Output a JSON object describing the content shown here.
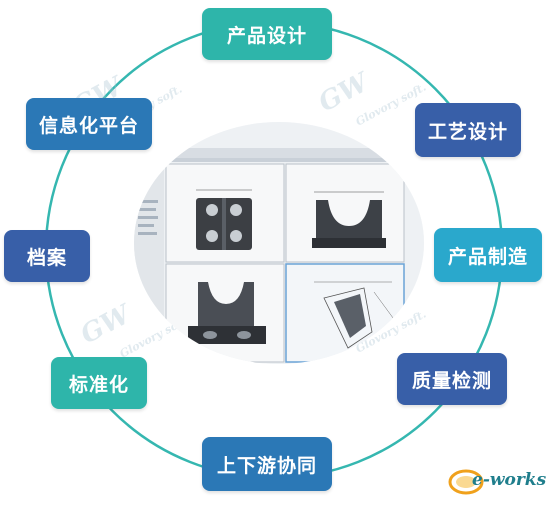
{
  "nodes": [
    {
      "id": "product-design",
      "label": "产品设计",
      "color": "#2eb5aa"
    },
    {
      "id": "process-design",
      "label": "工艺设计",
      "color": "#385fa8"
    },
    {
      "id": "product-manufacture",
      "label": "产品制造",
      "color": "#2aa8cc"
    },
    {
      "id": "quality-inspection",
      "label": "质量检测",
      "color": "#385fa8"
    },
    {
      "id": "supply-chain",
      "label": "上下游协同",
      "color": "#2b78b6"
    },
    {
      "id": "standardization",
      "label": "标准化",
      "color": "#2eb5aa"
    },
    {
      "id": "archive",
      "label": "档案",
      "color": "#385fa8"
    },
    {
      "id": "info-platform",
      "label": "信息化平台",
      "color": "#2b78b6"
    }
  ],
  "ring_color": "#35b7b0",
  "watermark": {
    "mark": "GW",
    "text": "Glovory soft."
  },
  "logo": {
    "text": "e-works"
  }
}
